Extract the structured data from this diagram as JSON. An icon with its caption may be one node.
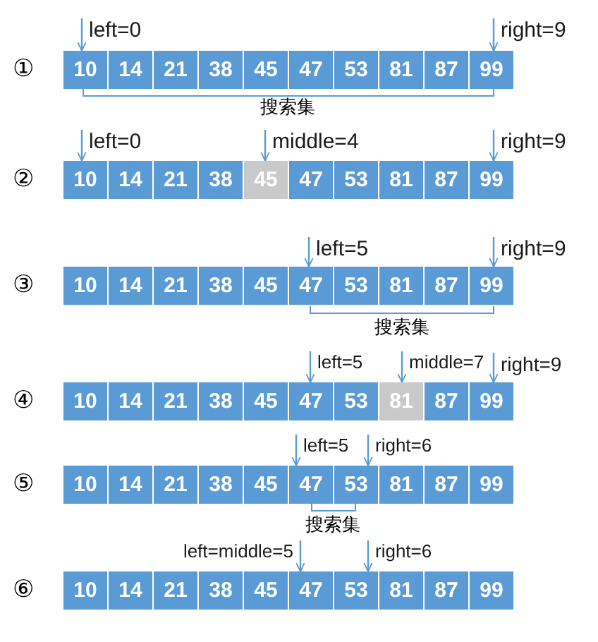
{
  "diagram": {
    "nodes": [
      {
        "text": [
          "left=0"
        ]
      },
      {
        "text": [
          "right=9"
        ]
      },
      {
        "text": [
          "10"
        ]
      },
      {
        "text": [
          "14"
        ]
      },
      {
        "text": [
          "21"
        ]
      },
      {
        "text": [
          "38"
        ]
      },
      {
        "text": [
          "45"
        ]
      },
      {
        "text": [
          "47"
        ]
      },
      {
        "text": [
          "53"
        ]
      },
      {
        "text": [
          "81"
        ]
      },
      {
        "text": [
          "87"
        ]
      },
      {
        "text": [
          "99"
        ]
      },
      {
        "text": [
          "left=0"
        ]
      },
      {
        "text": [
          "middle=4"
        ]
      },
      {
        "text": [
          "right=9"
        ]
      },
      {
        "text": [
          "10"
        ]
      },
      {
        "text": [
          "14"
        ]
      },
      {
        "text": [
          "21"
        ]
      },
      {
        "text": [
          "38"
        ]
      },
      {
        "text": [
          "45"
        ]
      },
      {
        "text": [
          "47"
        ]
      },
      {
        "text": [
          "53"
        ]
      },
      {
        "text": [
          "81"
        ]
      },
      {
        "text": [
          "87"
        ]
      },
      {
        "text": [
          "99"
        ]
      },
      {
        "text": [
          "left=5"
        ]
      },
      {
        "text": [
          "right=9"
        ]
      },
      {
        "text": [
          "10"
        ]
      },
      {
        "text": [
          "14"
        ]
      },
      {
        "text": [
          "21"
        ]
      },
      {
        "text": [
          "38"
        ]
      },
      {
        "text": [
          "45"
        ]
      },
      {
        "text": [
          "47"
        ]
      },
      {
        "text": [
          "53"
        ]
      },
      {
        "text": [
          "81"
        ]
      },
      {
        "text": [
          "87"
        ]
      },
      {
        "text": [
          "99"
        ]
      },
      {
        "text": [
          "left=5"
        ]
      },
      {
        "text": [
          "middle=7"
        ]
      },
      {
        "text": [
          "right=9"
        ]
      },
      {
        "text": [
          "10"
        ]
      },
      {
        "text": [
          "14"
        ]
      },
      {
        "text": [
          "21"
        ]
      },
      {
        "text": [
          "38"
        ]
      },
      {
        "text": [
          "45"
        ]
      },
      {
        "text": [
          "47"
        ]
      },
      {
        "text": [
          "53"
        ]
      },
      {
        "text": [
          "81"
        ]
      },
      {
        "text": [
          "87"
        ]
      },
      {
        "text": [
          "99"
        ]
      },
      {
        "text": [
          "left=5"
        ]
      },
      {
        "text": [
          "right=6"
        ]
      },
      {
        "text": [
          "10"
        ]
      },
      {
        "text": [
          "14"
        ]
      },
      {
        "text": [
          "21"
        ]
      },
      {
        "text": [
          "38"
        ]
      },
      {
        "text": [
          "45"
        ]
      },
      {
        "text": [
          "47"
        ]
      },
      {
        "text": [
          "53"
        ]
      },
      {
        "text": [
          "81"
        ]
      },
      {
        "text": [
          "87"
        ]
      },
      {
        "text": [
          "99"
        ]
      },
      {
        "text": [
          "left=middle=5"
        ]
      },
      {
        "text": [
          "right=6"
        ]
      },
      {
        "text": [
          "10"
        ]
      },
      {
        "text": [
          "14"
        ]
      },
      {
        "text": [
          "21"
        ]
      },
      {
        "text": [
          "38"
        ]
      },
      {
        "text": [
          "45"
        ]
      },
      {
        "text": [
          "47"
        ]
      },
      {
        "text": [
          "53"
        ]
      },
      {
        "text": [
          "81"
        ]
      },
      {
        "text": [
          "87"
        ]
      },
      {
        "text": [
          "99"
        ]
      }
    ],
    "edges": [
      {
        "from": 0,
        "to": 2,
        "arrow": "to"
      },
      {
        "from": 1,
        "to": 11,
        "arrow": "to"
      },
      {
        "from": 12,
        "to": 15,
        "arrow": "to"
      },
      {
        "from": 13,
        "to": 19,
        "arrow": "to"
      },
      {
        "from": 14,
        "to": 24,
        "arrow": "to"
      },
      {
        "from": 25,
        "to": 32,
        "arrow": "to"
      },
      {
        "from": 26,
        "to": 36,
        "arrow": "to"
      },
      {
        "from": 37,
        "to": 45,
        "arrow": "to"
      },
      {
        "from": 38,
        "to": 47,
        "arrow": "to"
      },
      {
        "from": 39,
        "to": 49,
        "arrow": "to"
      },
      {
        "from": 50,
        "to": 57,
        "arrow": "to"
      },
      {
        "from": 51,
        "to": 58,
        "arrow": "to"
      },
      {
        "from": 62,
        "to": 69,
        "arrow": "to"
      },
      {
        "from": 63,
        "to": 70,
        "arrow": "to"
      }
    ],
    "labels": [
      "①",
      "搜索集",
      "②",
      "③",
      "搜索集",
      "④",
      "⑤",
      "搜索集",
      "⑥"
    ]
  }
}
